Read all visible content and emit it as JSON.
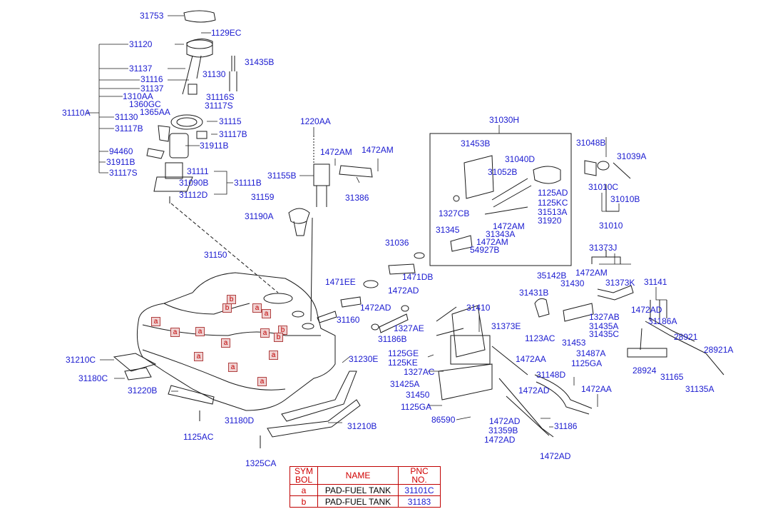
{
  "part_labels": [
    "31753",
    "1129EC",
    "31120",
    "31130",
    "31435B",
    "31137",
    "31116",
    "31137",
    "1310AA",
    "31116S",
    "1360GC",
    "31117S",
    "1365AA",
    "31110A",
    "31130",
    "31115",
    "31117B",
    "31117B",
    "94460",
    "31911B",
    "31911B",
    "31117S",
    "31111",
    "31111B",
    "31090B",
    "31112D",
    "1220AA",
    "1472AM",
    "1472AM",
    "31155B",
    "31386",
    "31159",
    "31190A",
    "31030H",
    "31453B",
    "31040D",
    "31052B",
    "1125AD",
    "1125KC",
    "1327CB",
    "31513A",
    "31920",
    "31345",
    "1472AM",
    "31343A",
    "1472AM",
    "54927B",
    "31048B",
    "31039A",
    "31010C",
    "31010B",
    "31010",
    "31150",
    "31036",
    "1471DB",
    "1471EE",
    "1472AD",
    "1472AD",
    "31160",
    "31186B",
    "31373J",
    "1472AM",
    "35142B",
    "31430",
    "31431B",
    "31373K",
    "31141",
    "31410",
    "1327AE",
    "31373E",
    "1472AD",
    "1327AB",
    "31435A",
    "31435C",
    "31186A",
    "1123AC",
    "31453",
    "28921",
    "28921A",
    "31210C",
    "31230E",
    "1125GE",
    "1125KE",
    "31487A",
    "1125GA",
    "28924",
    "1472AA",
    "31180C",
    "31220B",
    "1327AC",
    "31148D",
    "31165",
    "31135A",
    "31425A",
    "1472AD",
    "31450",
    "1472AA",
    "1125GA",
    "31180D",
    "86590",
    "1472AD",
    "31210B",
    "31186",
    "31359B",
    "1125AC",
    "1472AD",
    "1325CA",
    "1472AD"
  ],
  "markers": [
    "b",
    "b",
    "a",
    "a",
    "a",
    "a",
    "a",
    "a",
    "b",
    "b",
    "a",
    "a",
    "a",
    "a",
    "a"
  ],
  "legend": {
    "headers": {
      "symbol": "SYM\nBOL",
      "name": "NAME",
      "pnc": "PNC\nNO."
    },
    "rows": [
      {
        "symbol": "a",
        "name": "PAD-FUEL TANK",
        "pnc": "31101C"
      },
      {
        "symbol": "b",
        "name": "PAD-FUEL TANK",
        "pnc": "31183"
      }
    ]
  },
  "colors": {
    "label": "#1a1ad0",
    "line": "#1a1a1a",
    "legend_border": "#c00000",
    "marker": "#c00000"
  }
}
